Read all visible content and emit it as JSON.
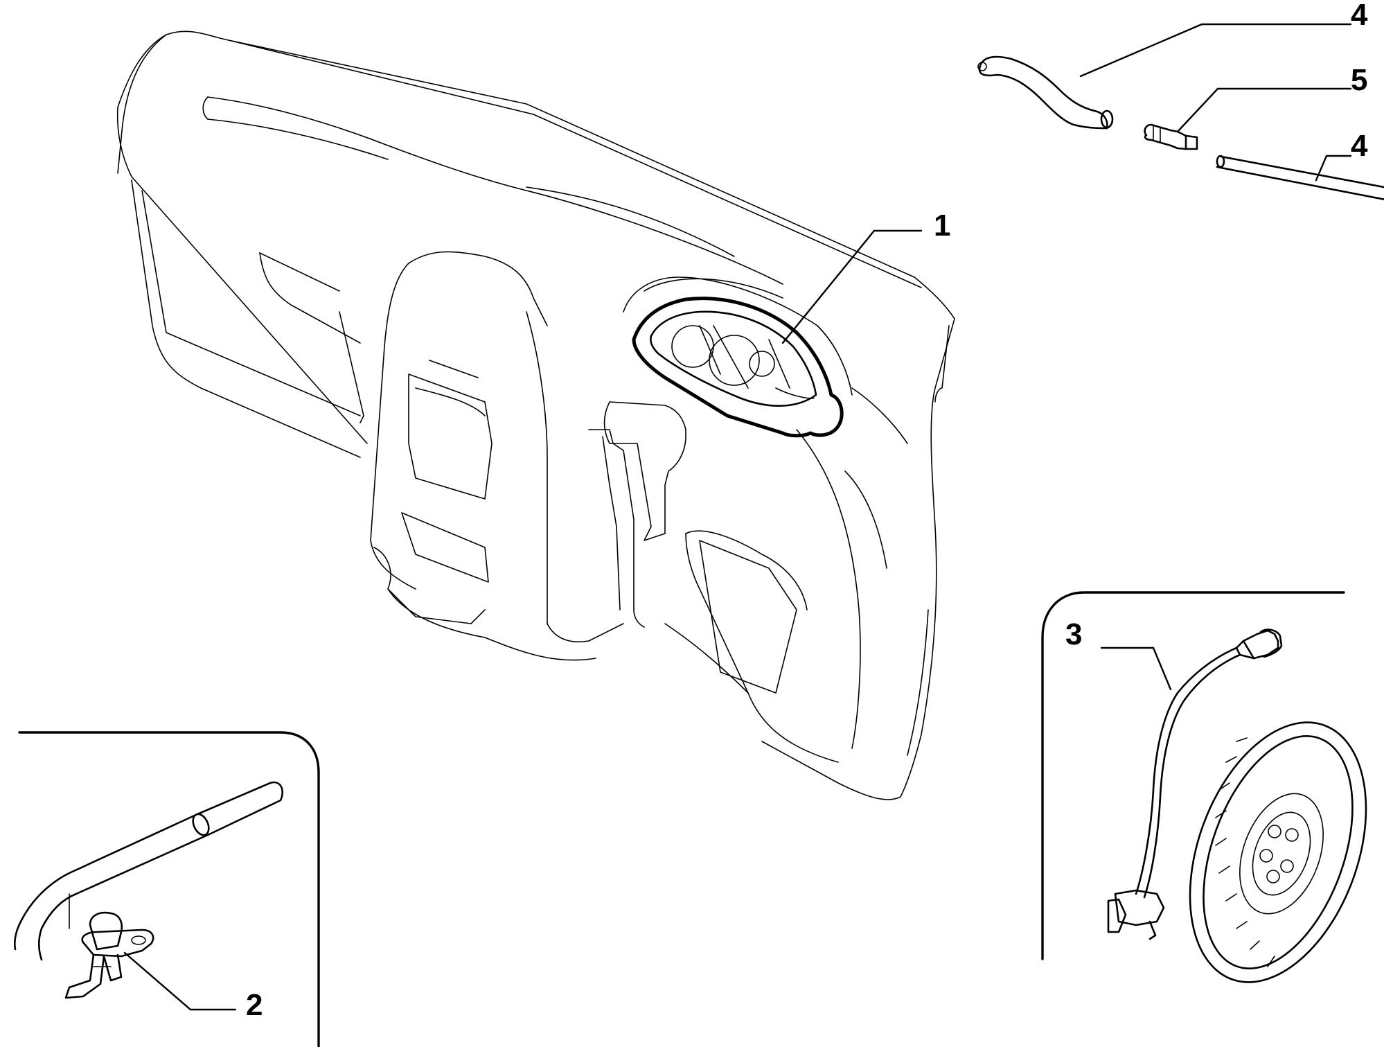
{
  "callouts": [
    {
      "id": "1",
      "text": "1"
    },
    {
      "id": "2",
      "text": "2"
    },
    {
      "id": "3",
      "text": "3"
    },
    {
      "id": "4a",
      "text": "4"
    },
    {
      "id": "4b",
      "text": "4"
    },
    {
      "id": "5",
      "text": "5"
    }
  ]
}
